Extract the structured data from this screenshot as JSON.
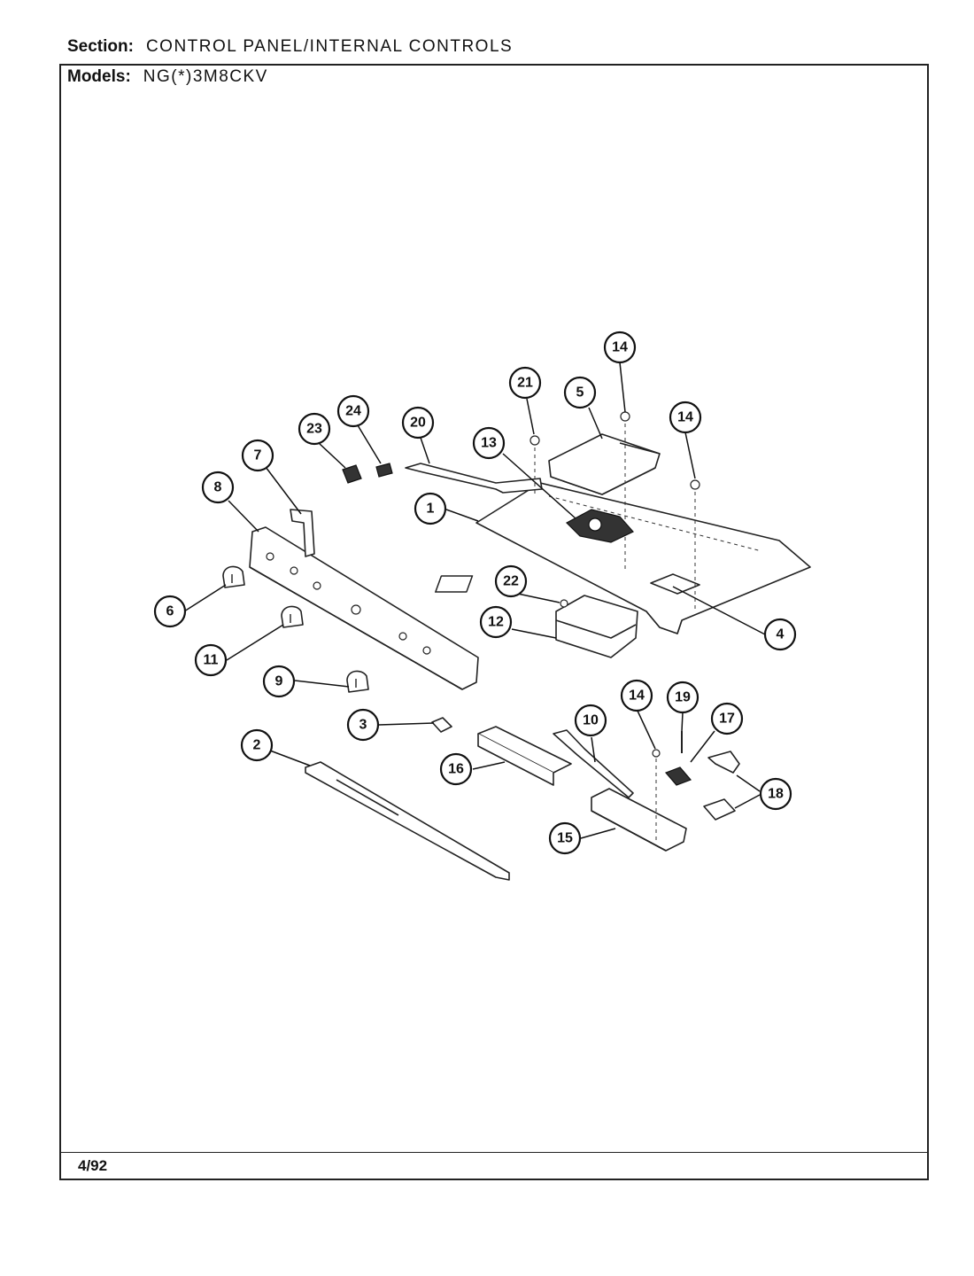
{
  "header": {
    "section_label": "Section:",
    "section_value": "CONTROL PANEL/INTERNAL CONTROLS",
    "models_label": "Models:",
    "models_value": "NG(*)3M8CKV"
  },
  "footer": {
    "date": "4/92"
  },
  "callouts": {
    "c1": "1",
    "c2": "2",
    "c3": "3",
    "c4": "4",
    "c5": "5",
    "c6": "6",
    "c7": "7",
    "c8": "8",
    "c9": "9",
    "c10": "10",
    "c11": "11",
    "c12": "12",
    "c13": "13",
    "c14a": "14",
    "c14b": "14",
    "c14c": "14",
    "c15": "15",
    "c16": "16",
    "c17": "17",
    "c18": "18",
    "c19": "19",
    "c20": "20",
    "c21": "21",
    "c22": "22",
    "c23": "23",
    "c24": "24"
  }
}
